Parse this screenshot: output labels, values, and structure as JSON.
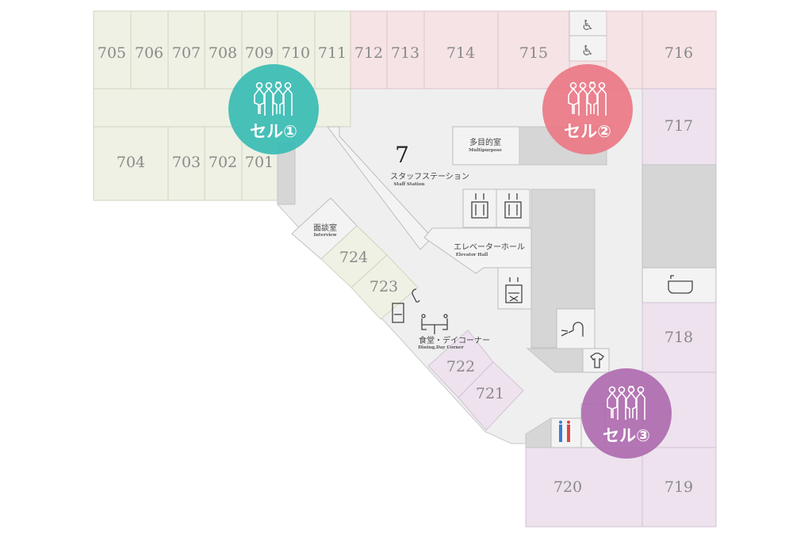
{
  "floor": {
    "number": "7"
  },
  "rooms": {
    "r705": "705",
    "r706": "706",
    "r707": "707",
    "r708": "708",
    "r709": "709",
    "r710": "710",
    "r711": "711",
    "r704": "704",
    "r703": "703",
    "r702": "702",
    "r701": "701",
    "r712": "712",
    "r713": "713",
    "r714": "714",
    "r715": "715",
    "r716": "716",
    "r717": "717",
    "r718": "718",
    "r719": "719",
    "r720": "720",
    "r721": "721",
    "r722": "722",
    "r723": "723",
    "r724": "724"
  },
  "facilities": {
    "staff_station": {
      "jp": "スタッフステーション",
      "en": "Staff Station"
    },
    "multipurpose": {
      "jp": "多目的室",
      "en": "Multipurpose"
    },
    "elevator_hall": {
      "jp": "エレベーターホール",
      "en": "Elevator Hall"
    },
    "interview": {
      "jp": "面談室",
      "en": "Interview"
    },
    "dining": {
      "jp": "食堂・デイコーナー",
      "en": "Dining,Day Corner"
    }
  },
  "cells": [
    {
      "label": "セル①",
      "color": "#3dbdb5"
    },
    {
      "label": "セル②",
      "color": "#ea7b88"
    },
    {
      "label": "セル③",
      "color": "#b06fb0"
    }
  ]
}
